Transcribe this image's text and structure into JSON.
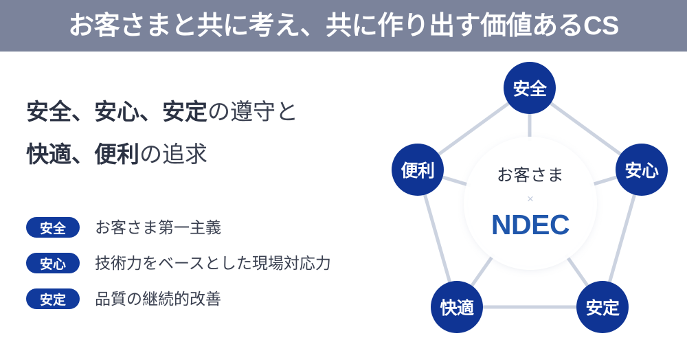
{
  "header": {
    "title": "お客さまと共に考え、共に作り出す価値あるCS",
    "background_color": "#7b839b",
    "text_color": "#ffffff"
  },
  "headline": {
    "line1_strong": "安全、安心、安定",
    "line1_normal": "の遵守と",
    "line2_strong": "快適、便利",
    "line2_normal": "の追求",
    "text_color": "#2b3243"
  },
  "value_list": {
    "badge_color": "#113a9c",
    "items": [
      {
        "badge": "安全",
        "text": "お客さま第一主義"
      },
      {
        "badge": "安心",
        "text": "技術力をベースとした現場対応力"
      },
      {
        "badge": "安定",
        "text": "品質の継続的改善"
      }
    ]
  },
  "diagram": {
    "node_color": "#0f3494",
    "line_color": "#ccd3e0",
    "center": {
      "top_label": "お客さま",
      "multiply_symbol": "×",
      "brand": "NDEC",
      "brand_color": "#1f56ab",
      "top_label_color": "#2b3243",
      "multiply_color": "#c2cbdd"
    },
    "nodes": [
      {
        "label": "安全",
        "position": "top"
      },
      {
        "label": "安心",
        "position": "right"
      },
      {
        "label": "安定",
        "position": "bottom-right"
      },
      {
        "label": "快適",
        "position": "bottom-left"
      },
      {
        "label": "便利",
        "position": "left"
      }
    ]
  }
}
